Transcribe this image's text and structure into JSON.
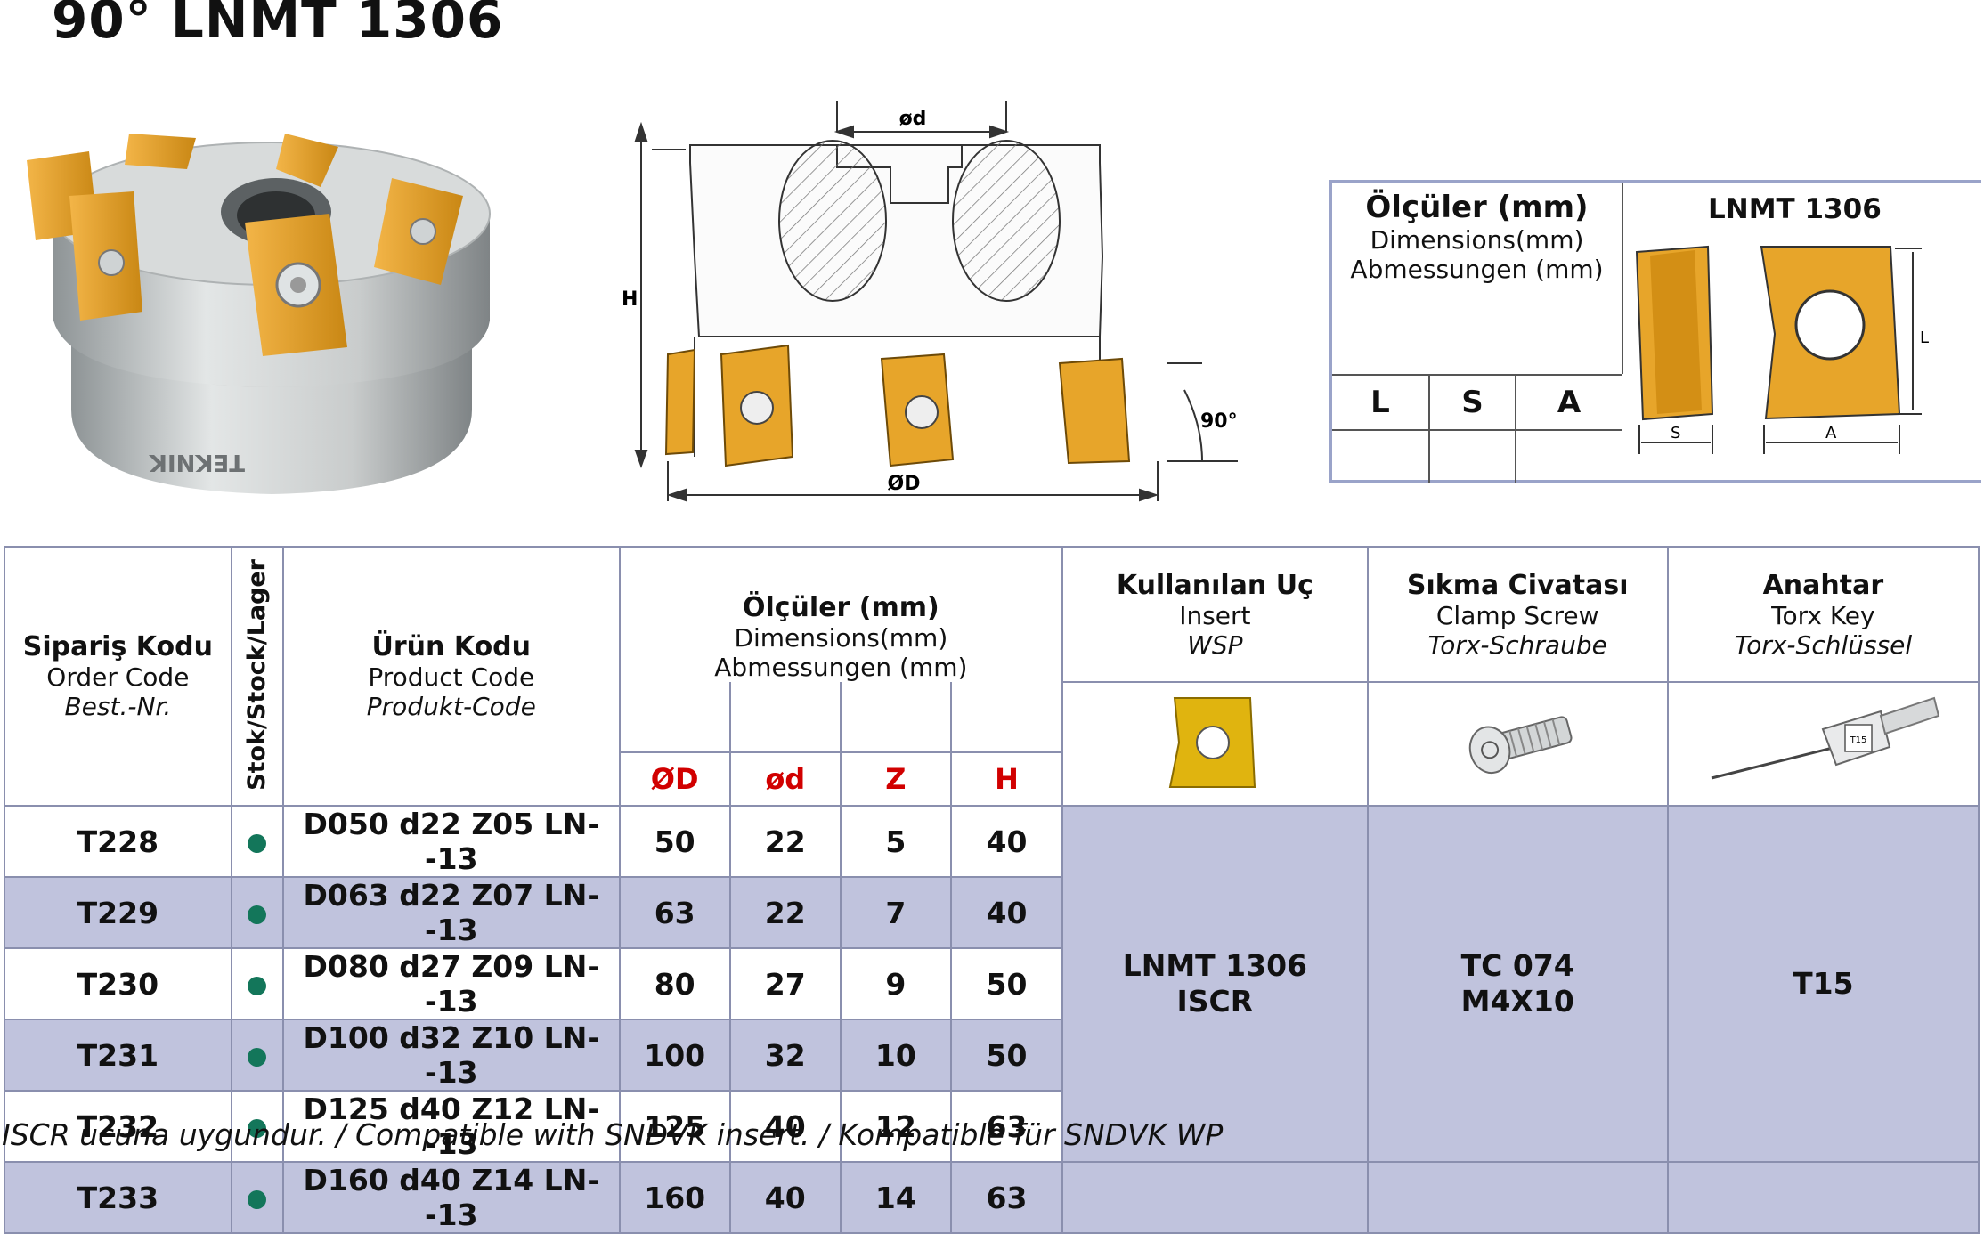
{
  "title": "90° LNMT 1306",
  "drawing": {
    "label_d_small": "ød",
    "label_D": "ØD",
    "label_H": "H",
    "label_angle": "90°"
  },
  "logo_text": "TEKNIK",
  "dim_box": {
    "title_tr": "Ölçüler (mm)",
    "title_en": "Dimensions(mm)",
    "title_de": "Abmessungen (mm)",
    "insert_name": "LNMT 1306",
    "cols": [
      "L",
      "S",
      "A"
    ],
    "label_L": "L",
    "label_S": "S",
    "label_A": "A"
  },
  "table": {
    "headers": {
      "order_tr": "Sipariş Kodu",
      "order_en": "Order Code",
      "order_de": "Best.-Nr.",
      "stock": "Stok/Stock/Lager",
      "product_tr": "Ürün Kodu",
      "product_en": "Product Code",
      "product_de": "Produkt-Code",
      "dims_tr": "Ölçüler (mm)",
      "dims_en": "Dimensions(mm)",
      "dims_de": "Abmessungen (mm)",
      "insert_tr": "Kullanılan Uç",
      "insert_en": "Insert",
      "insert_de": "WSP",
      "screw_tr": "Sıkma Civatası",
      "screw_en": "Clamp Screw",
      "screw_de": "Torx-Schraube",
      "key_tr": "Anahtar",
      "key_en": "Torx Key",
      "key_de": "Torx-Schlüssel",
      "col_D": "ØD",
      "col_d": "ød",
      "col_Z": "Z",
      "col_H": "H"
    },
    "rows": [
      {
        "order": "T228",
        "product": "D050 d22 Z05 LN--13",
        "D": "50",
        "d": "22",
        "Z": "5",
        "H": "40"
      },
      {
        "order": "T229",
        "product": "D063 d22 Z07 LN--13",
        "D": "63",
        "d": "22",
        "Z": "7",
        "H": "40"
      },
      {
        "order": "T230",
        "product": "D080 d27 Z09 LN--13",
        "D": "80",
        "d": "27",
        "Z": "9",
        "H": "50"
      },
      {
        "order": "T231",
        "product": "D100 d32 Z10 LN--13",
        "D": "100",
        "d": "32",
        "Z": "10",
        "H": "50"
      },
      {
        "order": "T232",
        "product": "D125 d40 Z12 LN--13",
        "D": "125",
        "d": "40",
        "Z": "12",
        "H": "63"
      },
      {
        "order": "T233",
        "product": "D160 d40 Z14 LN--13",
        "D": "160",
        "d": "40",
        "Z": "14",
        "H": "63"
      }
    ],
    "insert_line1": "LNMT 1306",
    "insert_line2": "ISCR",
    "screw_line1": "TC 074",
    "screw_line2": "M4X10",
    "key_value": "T15",
    "key_tag": "T15"
  },
  "footnote": "ISCR ucuna uygundur. / Compatible with SNDVK insert. / Kompatible für SNDVK WP",
  "colors": {
    "insert_gold": "#e7a52a",
    "row_alt": "#c0c3dd",
    "stock_dot": "#13765a",
    "dim_red": "#d10000"
  }
}
